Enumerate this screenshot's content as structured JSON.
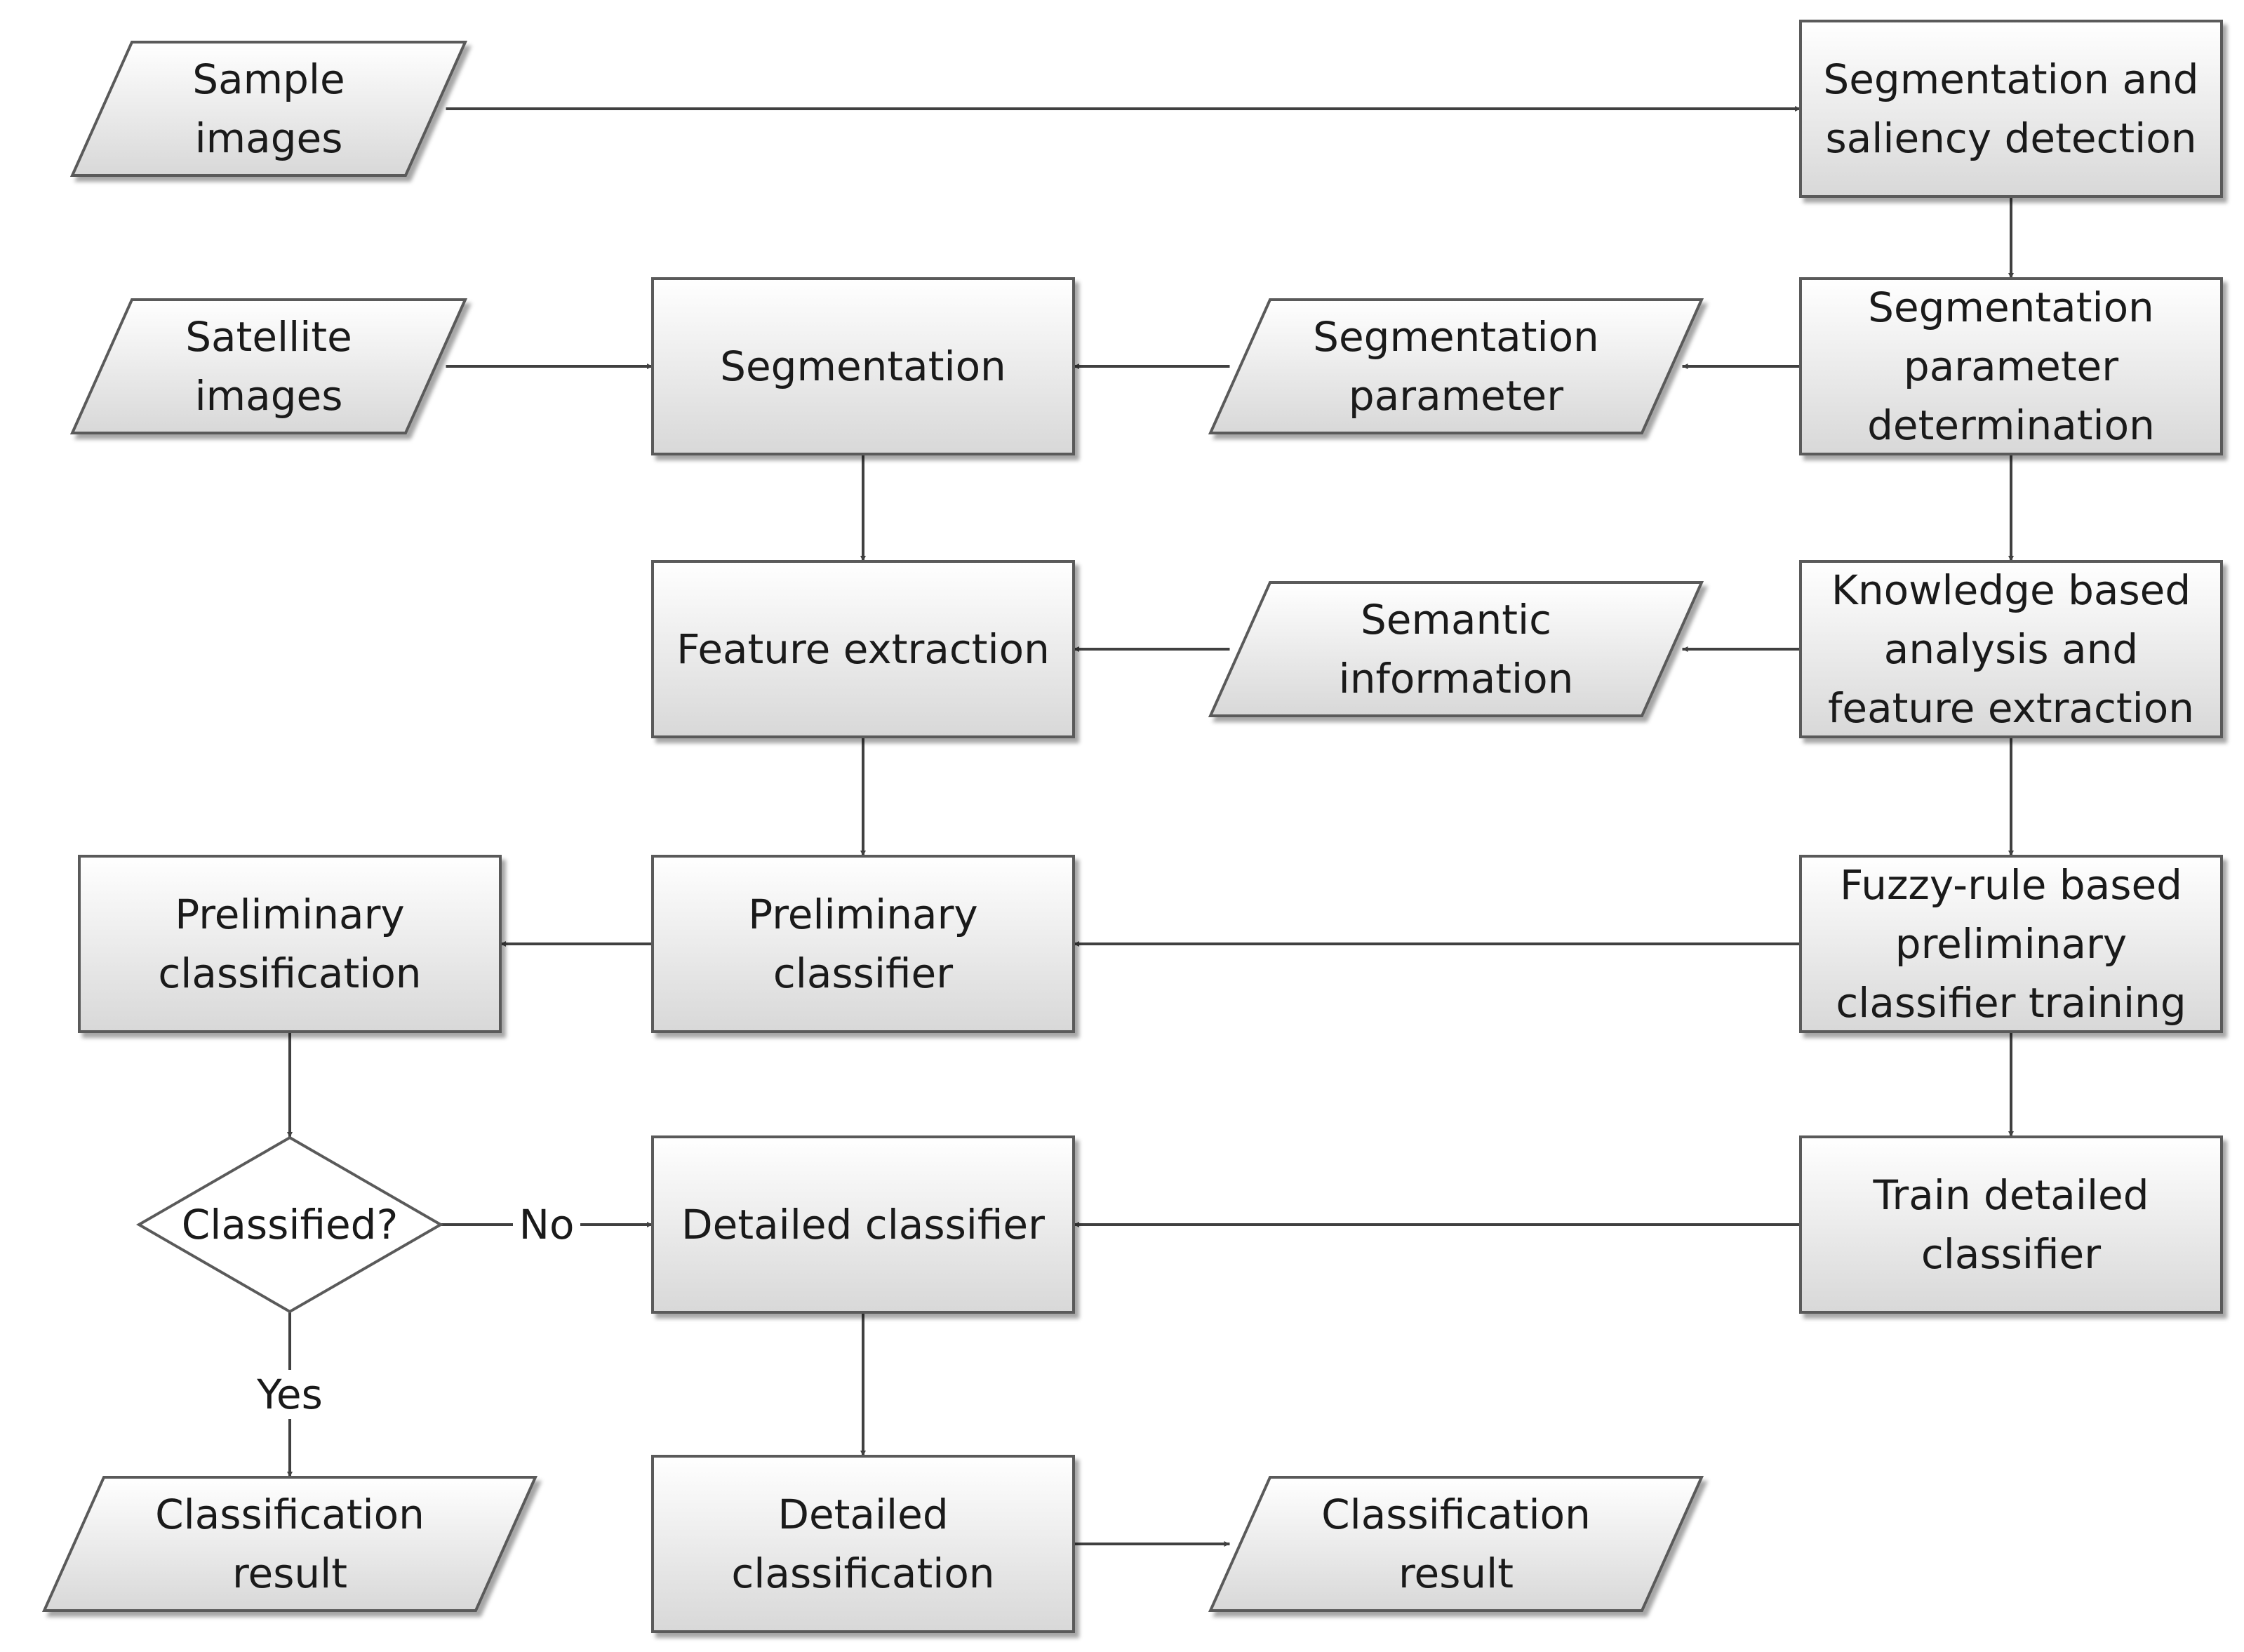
{
  "colors": {
    "node_fill_top": "#ffffff",
    "node_fill_bottom": "#d8d8d8",
    "node_stroke": "#5a5a5a",
    "edge": "#404040",
    "text": "#1a1a1a"
  },
  "nodes": {
    "sample_images": {
      "shape": "data",
      "lines": [
        "Sample",
        "images"
      ]
    },
    "seg_saliency": {
      "shape": "process",
      "lines": [
        "Segmentation and",
        "saliency detection"
      ]
    },
    "satellite_images": {
      "shape": "data",
      "lines": [
        "Satellite",
        "images"
      ]
    },
    "segmentation": {
      "shape": "process",
      "lines": [
        "Segmentation"
      ]
    },
    "seg_parameter": {
      "shape": "data",
      "lines": [
        "Segmentation",
        "parameter"
      ]
    },
    "seg_param_determ": {
      "shape": "process",
      "lines": [
        "Segmentation",
        "parameter",
        "determination"
      ]
    },
    "feature_extraction": {
      "shape": "process",
      "lines": [
        "Feature extraction"
      ]
    },
    "semantic_info": {
      "shape": "data",
      "lines": [
        "Semantic",
        "information"
      ]
    },
    "knowledge_analysis": {
      "shape": "process",
      "lines": [
        "Knowledge based",
        "analysis and",
        "feature extraction"
      ]
    },
    "prelim_classification": {
      "shape": "process",
      "lines": [
        "Preliminary",
        "classification"
      ]
    },
    "prelim_classifier": {
      "shape": "process",
      "lines": [
        "Preliminary",
        "classifier"
      ]
    },
    "fuzzy_training": {
      "shape": "process",
      "lines": [
        "Fuzzy-rule based",
        "preliminary",
        "classifier training"
      ]
    },
    "classified_decision": {
      "shape": "decision",
      "lines": [
        "Classified?"
      ]
    },
    "detailed_classifier": {
      "shape": "process",
      "lines": [
        "Detailed classifier"
      ]
    },
    "train_detailed": {
      "shape": "process",
      "lines": [
        "Train detailed",
        "classifier"
      ]
    },
    "result_left": {
      "shape": "data",
      "lines": [
        "Classification",
        "result"
      ]
    },
    "detailed_classification": {
      "shape": "process",
      "lines": [
        "Detailed",
        "classification"
      ]
    },
    "result_right": {
      "shape": "data",
      "lines": [
        "Classification",
        "result"
      ]
    }
  },
  "edges": [
    {
      "from": "sample_images",
      "to": "seg_saliency",
      "label": ""
    },
    {
      "from": "seg_saliency",
      "to": "seg_param_determ",
      "label": ""
    },
    {
      "from": "satellite_images",
      "to": "segmentation",
      "label": ""
    },
    {
      "from": "seg_param_determ",
      "to": "seg_parameter",
      "label": ""
    },
    {
      "from": "seg_parameter",
      "to": "segmentation",
      "label": ""
    },
    {
      "from": "seg_param_determ",
      "to": "knowledge_analysis",
      "label": ""
    },
    {
      "from": "segmentation",
      "to": "feature_extraction",
      "label": ""
    },
    {
      "from": "knowledge_analysis",
      "to": "semantic_info",
      "label": ""
    },
    {
      "from": "semantic_info",
      "to": "feature_extraction",
      "label": ""
    },
    {
      "from": "knowledge_analysis",
      "to": "fuzzy_training",
      "label": ""
    },
    {
      "from": "feature_extraction",
      "to": "prelim_classifier",
      "label": ""
    },
    {
      "from": "fuzzy_training",
      "to": "prelim_classifier",
      "label": ""
    },
    {
      "from": "prelim_classifier",
      "to": "prelim_classification",
      "label": ""
    },
    {
      "from": "prelim_classification",
      "to": "classified_decision",
      "label": ""
    },
    {
      "from": "fuzzy_training",
      "to": "train_detailed",
      "label": ""
    },
    {
      "from": "classified_decision",
      "to": "detailed_classifier",
      "label": "No"
    },
    {
      "from": "train_detailed",
      "to": "detailed_classifier",
      "label": ""
    },
    {
      "from": "classified_decision",
      "to": "result_left",
      "label": "Yes"
    },
    {
      "from": "detailed_classifier",
      "to": "detailed_classification",
      "label": ""
    },
    {
      "from": "detailed_classification",
      "to": "result_right",
      "label": ""
    }
  ]
}
